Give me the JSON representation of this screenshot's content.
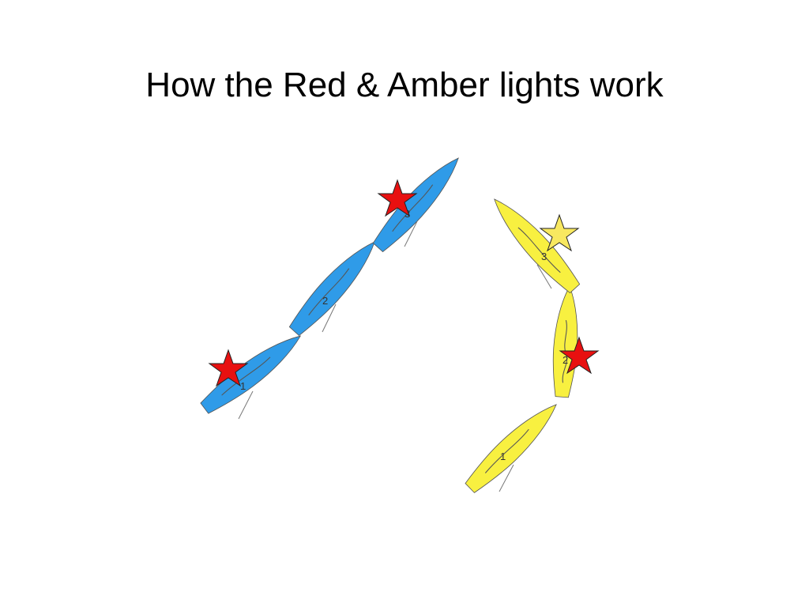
{
  "slide": {
    "title": "How the Red & Amber lights work"
  },
  "colors": {
    "blue_boat": "#2f9be8",
    "yellow_boat": "#f8f040",
    "red_star": "#e81010",
    "amber_star": "#f8e860",
    "outline": "#555555"
  },
  "blue_fleet": {
    "boats": [
      {
        "number": "1"
      },
      {
        "number": "2"
      },
      {
        "number": "3"
      }
    ]
  },
  "yellow_fleet": {
    "boats": [
      {
        "number": "1"
      },
      {
        "number": "2"
      },
      {
        "number": "3"
      }
    ]
  },
  "markers": [
    {
      "type": "star",
      "color": "red"
    },
    {
      "type": "star",
      "color": "red"
    },
    {
      "type": "star",
      "color": "amber"
    },
    {
      "type": "star",
      "color": "red"
    }
  ]
}
